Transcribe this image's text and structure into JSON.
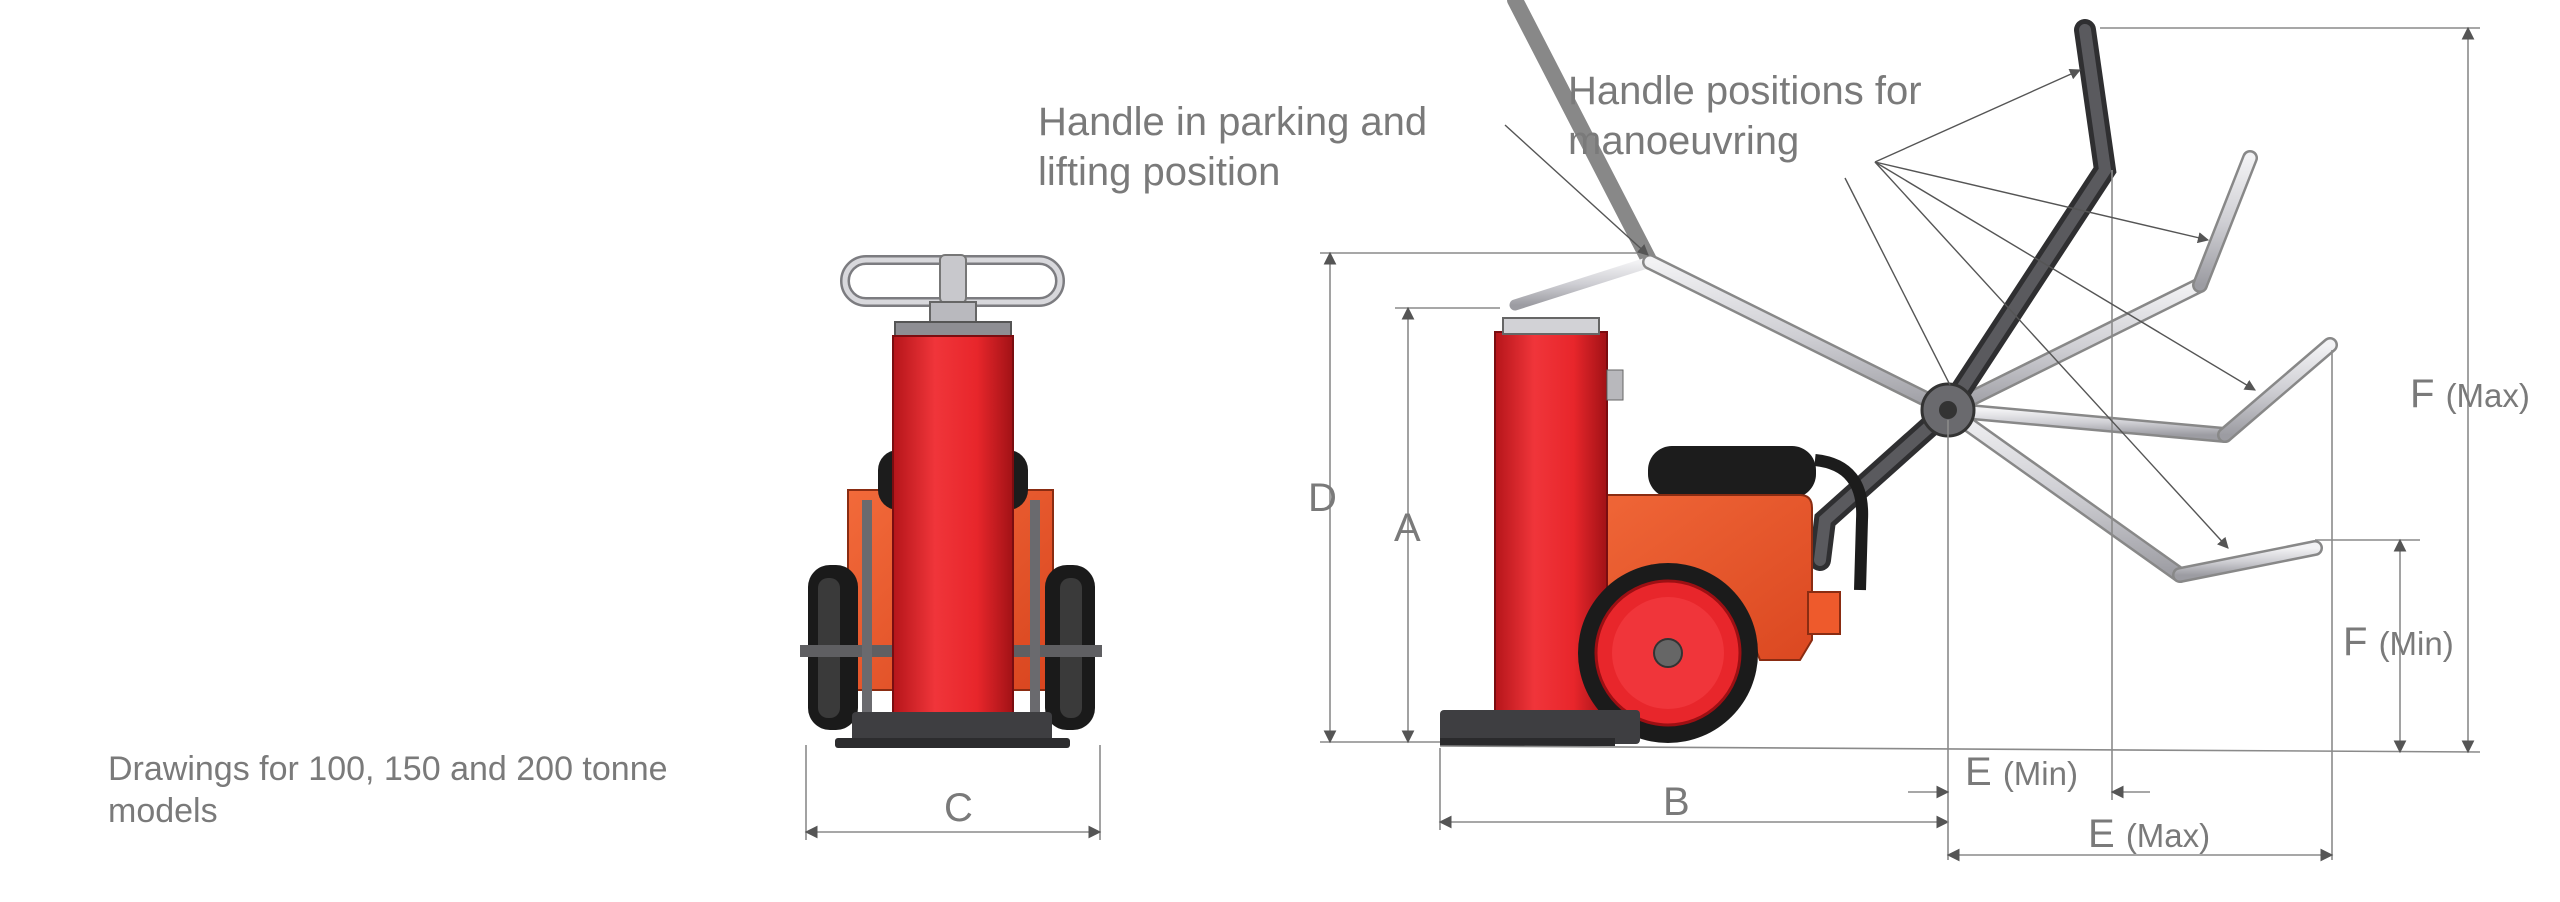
{
  "callouts": {
    "parking": "Handle in parking and lifting position",
    "manoeuvring": "Handle positions for manoeuvring"
  },
  "caption": "Drawings for 100, 150 and 200 tonne models",
  "dimensions": {
    "A": "A",
    "B": "B",
    "C": "C",
    "D": "D",
    "E": "E",
    "F": "F",
    "min": "(Min)",
    "max": "(Max)"
  },
  "colors": {
    "cylinder": "#e8262b",
    "body": "#ee5a2c",
    "frame": "#5f5f62",
    "handle": "#d8d8dc",
    "handle_dark": "#4a4a4d",
    "dimension_line": "#8a8a8a"
  }
}
